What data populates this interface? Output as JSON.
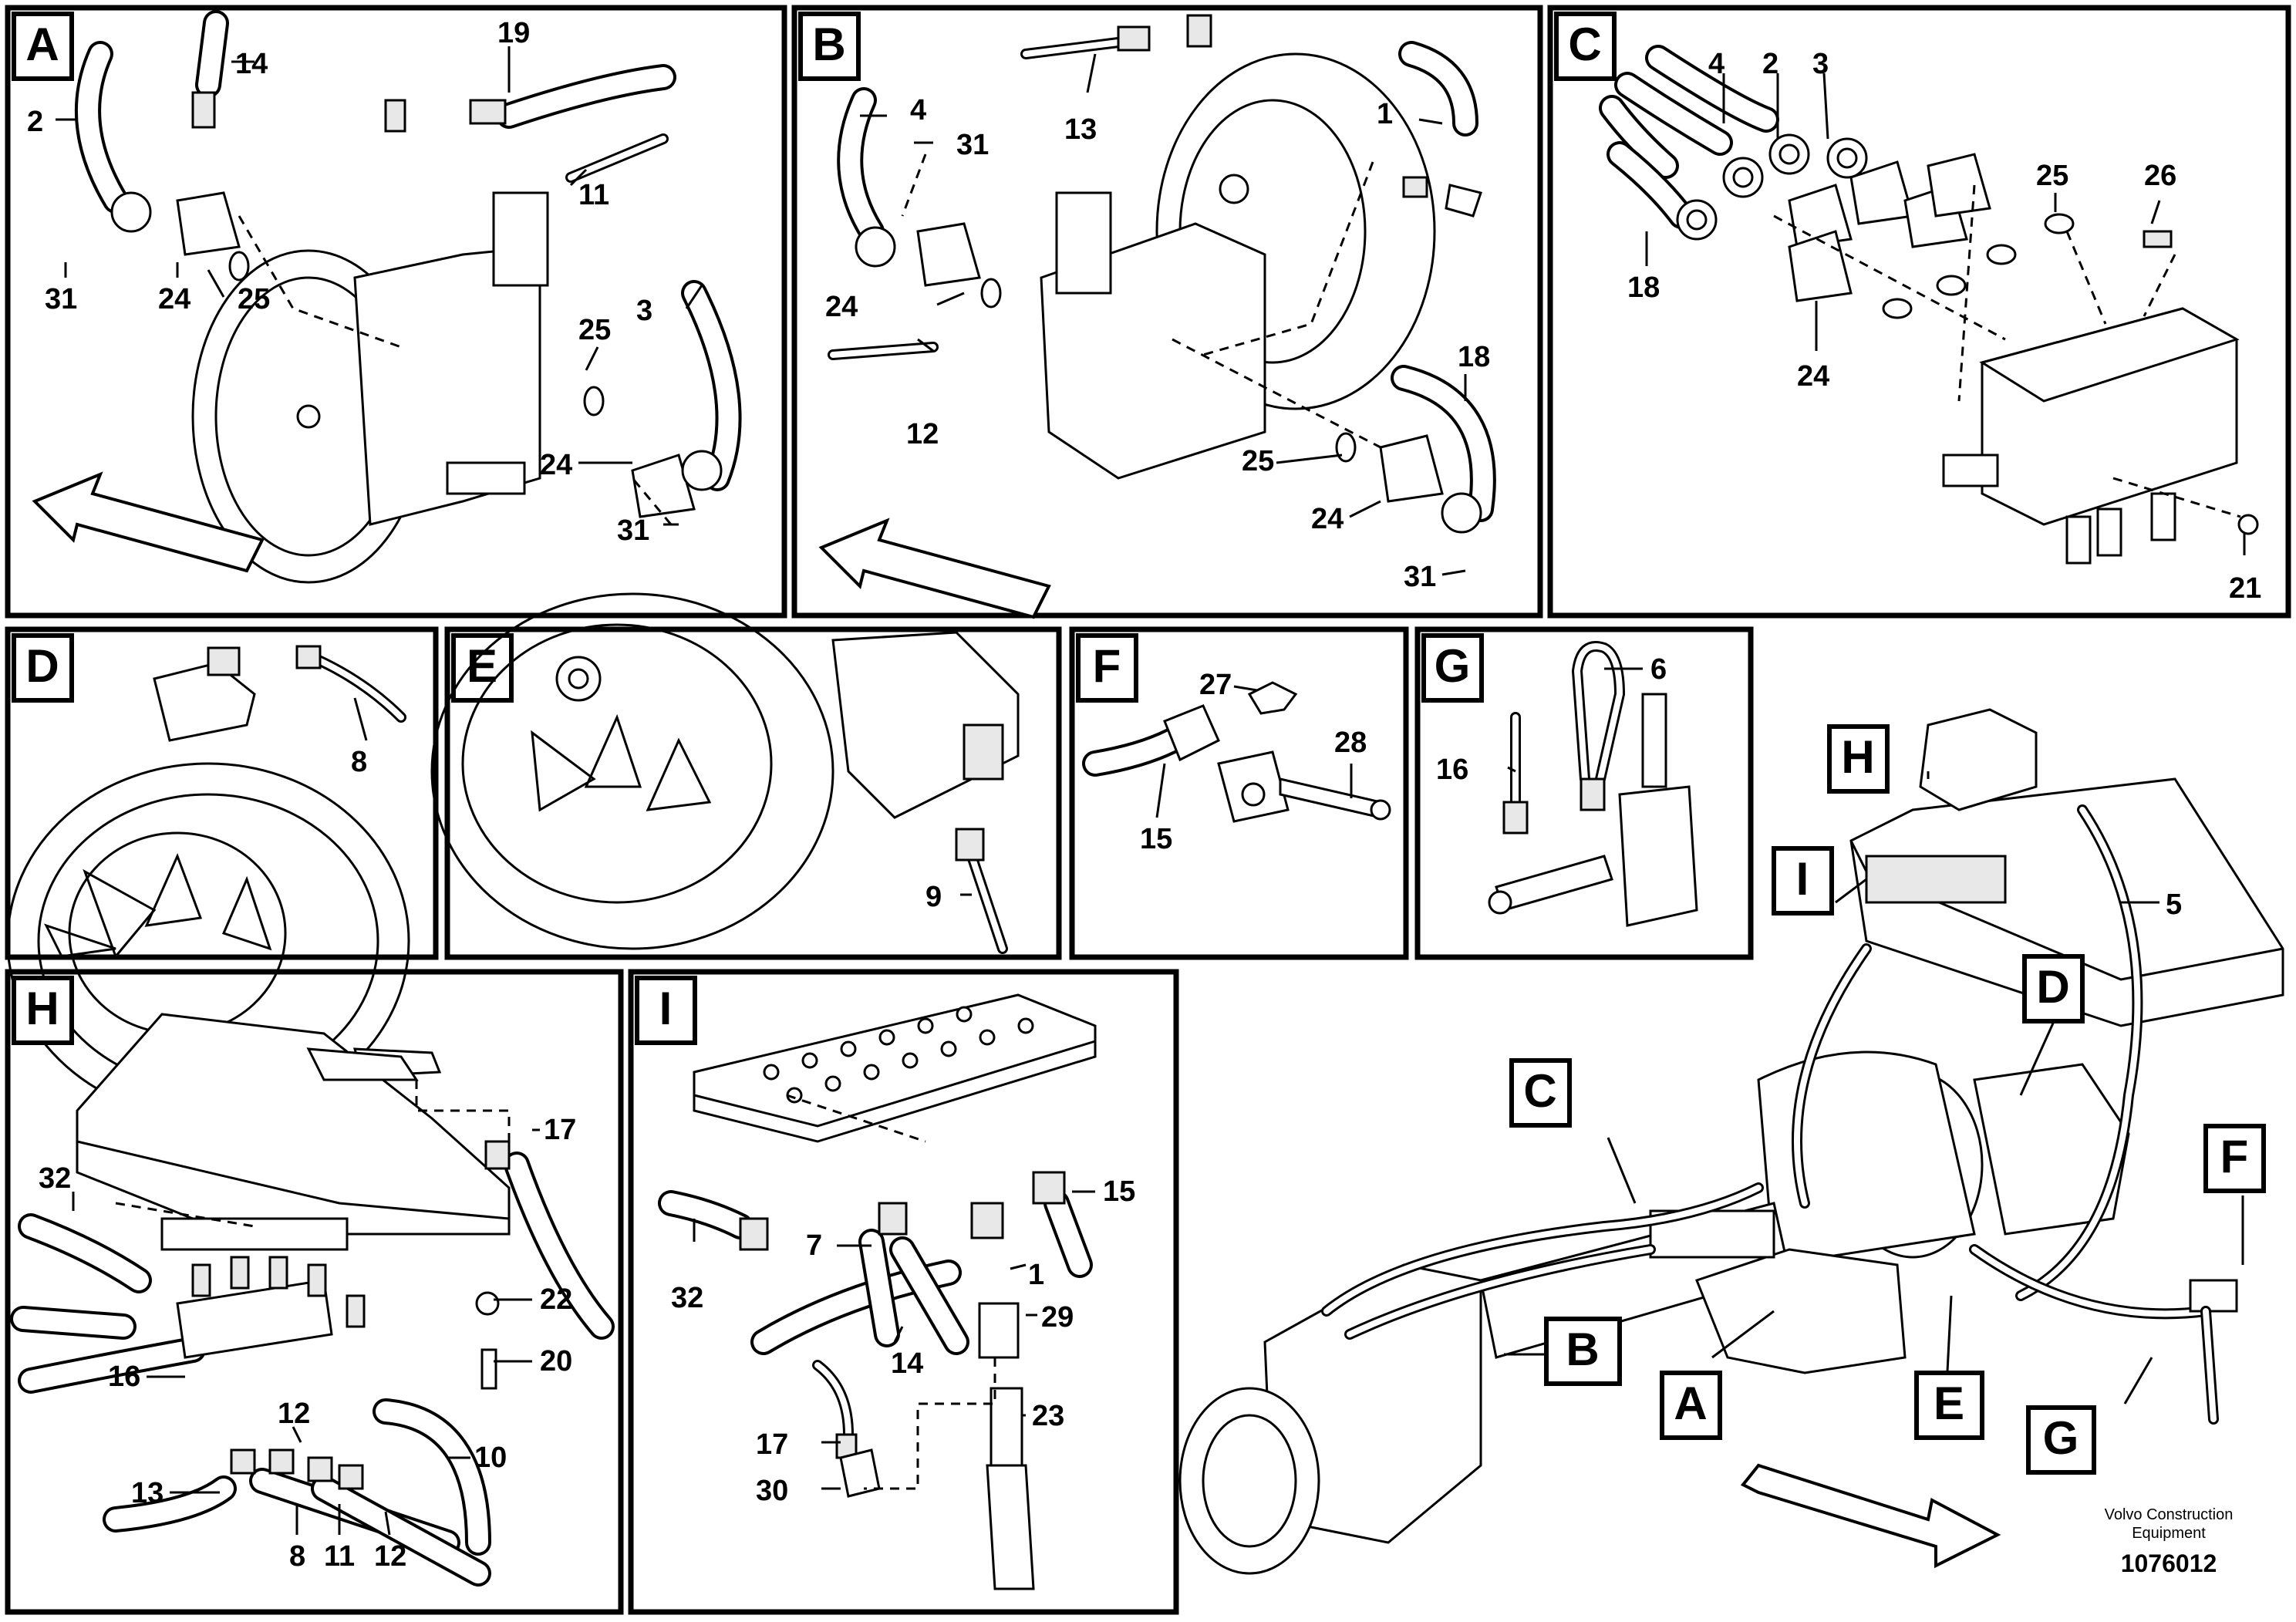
{
  "panels": [
    {
      "label": "A"
    },
    {
      "label": "B"
    },
    {
      "label": "C"
    },
    {
      "label": "D"
    },
    {
      "label": "E"
    },
    {
      "label": "F"
    },
    {
      "label": "G"
    },
    {
      "label": "H"
    },
    {
      "label": "I"
    }
  ],
  "callouts": {
    "A": [
      "2",
      "14",
      "19",
      "11",
      "3",
      "31",
      "24",
      "25",
      "25",
      "24",
      "31"
    ],
    "B": [
      "4",
      "31",
      "13",
      "1",
      "24",
      "12",
      "18",
      "25",
      "24",
      "31"
    ],
    "C": [
      "4",
      "2",
      "3",
      "25",
      "26",
      "18",
      "24",
      "21"
    ],
    "D": [
      "8"
    ],
    "E": [
      "9"
    ],
    "F": [
      "27",
      "28",
      "15"
    ],
    "G": [
      "6",
      "16"
    ],
    "H": [
      "17",
      "32",
      "22",
      "20",
      "16",
      "12",
      "10",
      "13",
      "8",
      "11",
      "12"
    ],
    "I": [
      "15",
      "7",
      "1",
      "32",
      "29",
      "14",
      "23",
      "17",
      "30"
    ],
    "overview": [
      "5"
    ]
  },
  "overview_markers": [
    "H",
    "I",
    "D",
    "C",
    "F",
    "B",
    "A",
    "E",
    "G"
  ],
  "footer": {
    "manufacturer_line1": "Volvo Construction",
    "manufacturer_line2": "Equipment",
    "drawing_number": "1076012"
  }
}
